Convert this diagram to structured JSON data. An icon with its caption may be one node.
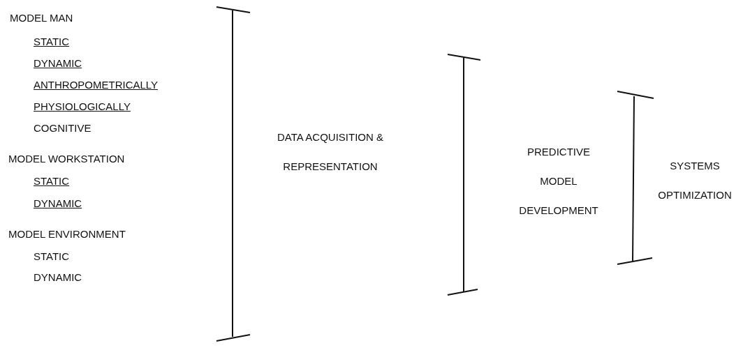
{
  "diagram": {
    "labels": [
      "MODEL MAN",
      "STATIC",
      "DYNAMIC",
      "ANTHROPOMETRICALLY",
      "PHYSIOLOGICALLY",
      "COGNITIVE",
      "MODEL WORKSTATION",
      "STATIC",
      "DYNAMIC",
      "MODEL ENVIRONMENT",
      "STATIC",
      "DYNAMIC",
      "DATA ACQUISITION & REPRESENTATION",
      "PREDICTIVE MODEL DEVELOPMENT",
      "SYSTEMS OPTIMIZATION"
    ]
  }
}
